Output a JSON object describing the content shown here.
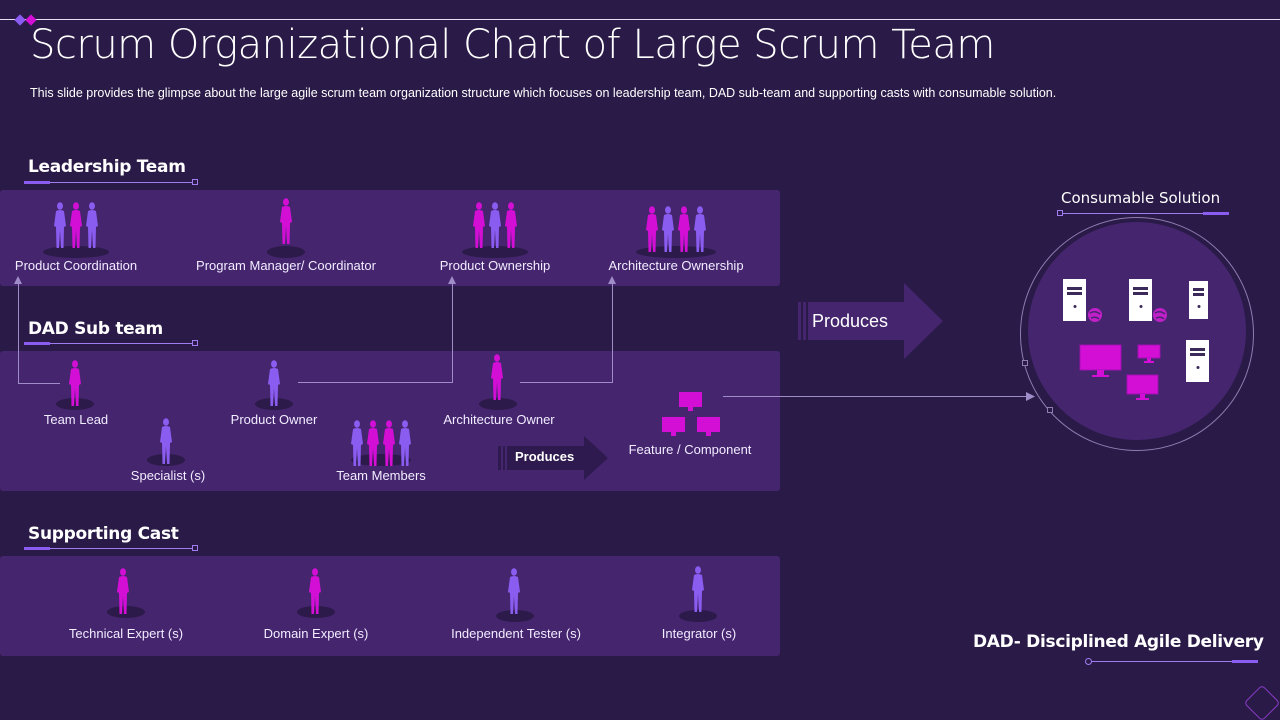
{
  "slide": {
    "title": "Scrum Organizational Chart of Large Scrum Team",
    "subtitle": "This slide provides  the glimpse about the large agile scrum team organization  structure which focuses on leadership team, DAD sub-team and supporting casts with consumable solution."
  },
  "colors": {
    "background": "#2a1a47",
    "panel": "#44256e",
    "magenta": "#d30fd6",
    "violet": "#8a5cf0",
    "accent_line": "#a07cf0"
  },
  "leadership": {
    "title": "Leadership Team",
    "roles": [
      {
        "label": "Product Coordination",
        "figures": [
          "violet",
          "magenta",
          "violet"
        ]
      },
      {
        "label": "Program Manager/ Coordinator",
        "figures": [
          "magenta"
        ]
      },
      {
        "label": "Product Ownership",
        "figures": [
          "magenta",
          "violet",
          "magenta"
        ]
      },
      {
        "label": "Architecture Ownership",
        "figures": [
          "magenta",
          "violet",
          "magenta",
          "violet"
        ]
      }
    ]
  },
  "dad_subteam": {
    "title": "DAD Sub team",
    "roles": [
      {
        "label": "Team Lead",
        "figures": [
          "magenta"
        ]
      },
      {
        "label": "Specialist (s)",
        "figures": [
          "violet"
        ]
      },
      {
        "label": "Product Owner",
        "figures": [
          "violet"
        ]
      },
      {
        "label": "Team Members",
        "figures": [
          "violet",
          "magenta",
          "magenta",
          "violet"
        ]
      },
      {
        "label": "Architecture Owner",
        "figures": [
          "magenta"
        ]
      }
    ],
    "produces_label": "Produces",
    "output_label": "Feature / Component",
    "output_icon": "monitor-network-icon"
  },
  "supporting_cast": {
    "title": "Supporting Cast",
    "roles": [
      {
        "label": "Technical Expert (s)",
        "figures": [
          "magenta"
        ]
      },
      {
        "label": "Domain Expert (s)",
        "figures": [
          "magenta"
        ]
      },
      {
        "label": "Independent  Tester (s)",
        "figures": [
          "violet"
        ]
      },
      {
        "label": "Integrator (s)",
        "figures": [
          "violet"
        ]
      }
    ]
  },
  "solution": {
    "produces_label": "Produces",
    "title": "Consumable Solution",
    "icons": [
      "server-icon",
      "globe-icon",
      "server-icon",
      "globe-icon",
      "server-icon",
      "server-icon",
      "monitor-icon",
      "monitor-icon",
      "monitor-icon"
    ]
  },
  "footer": {
    "dad_definition": "DAD- Disciplined Agile Delivery"
  }
}
